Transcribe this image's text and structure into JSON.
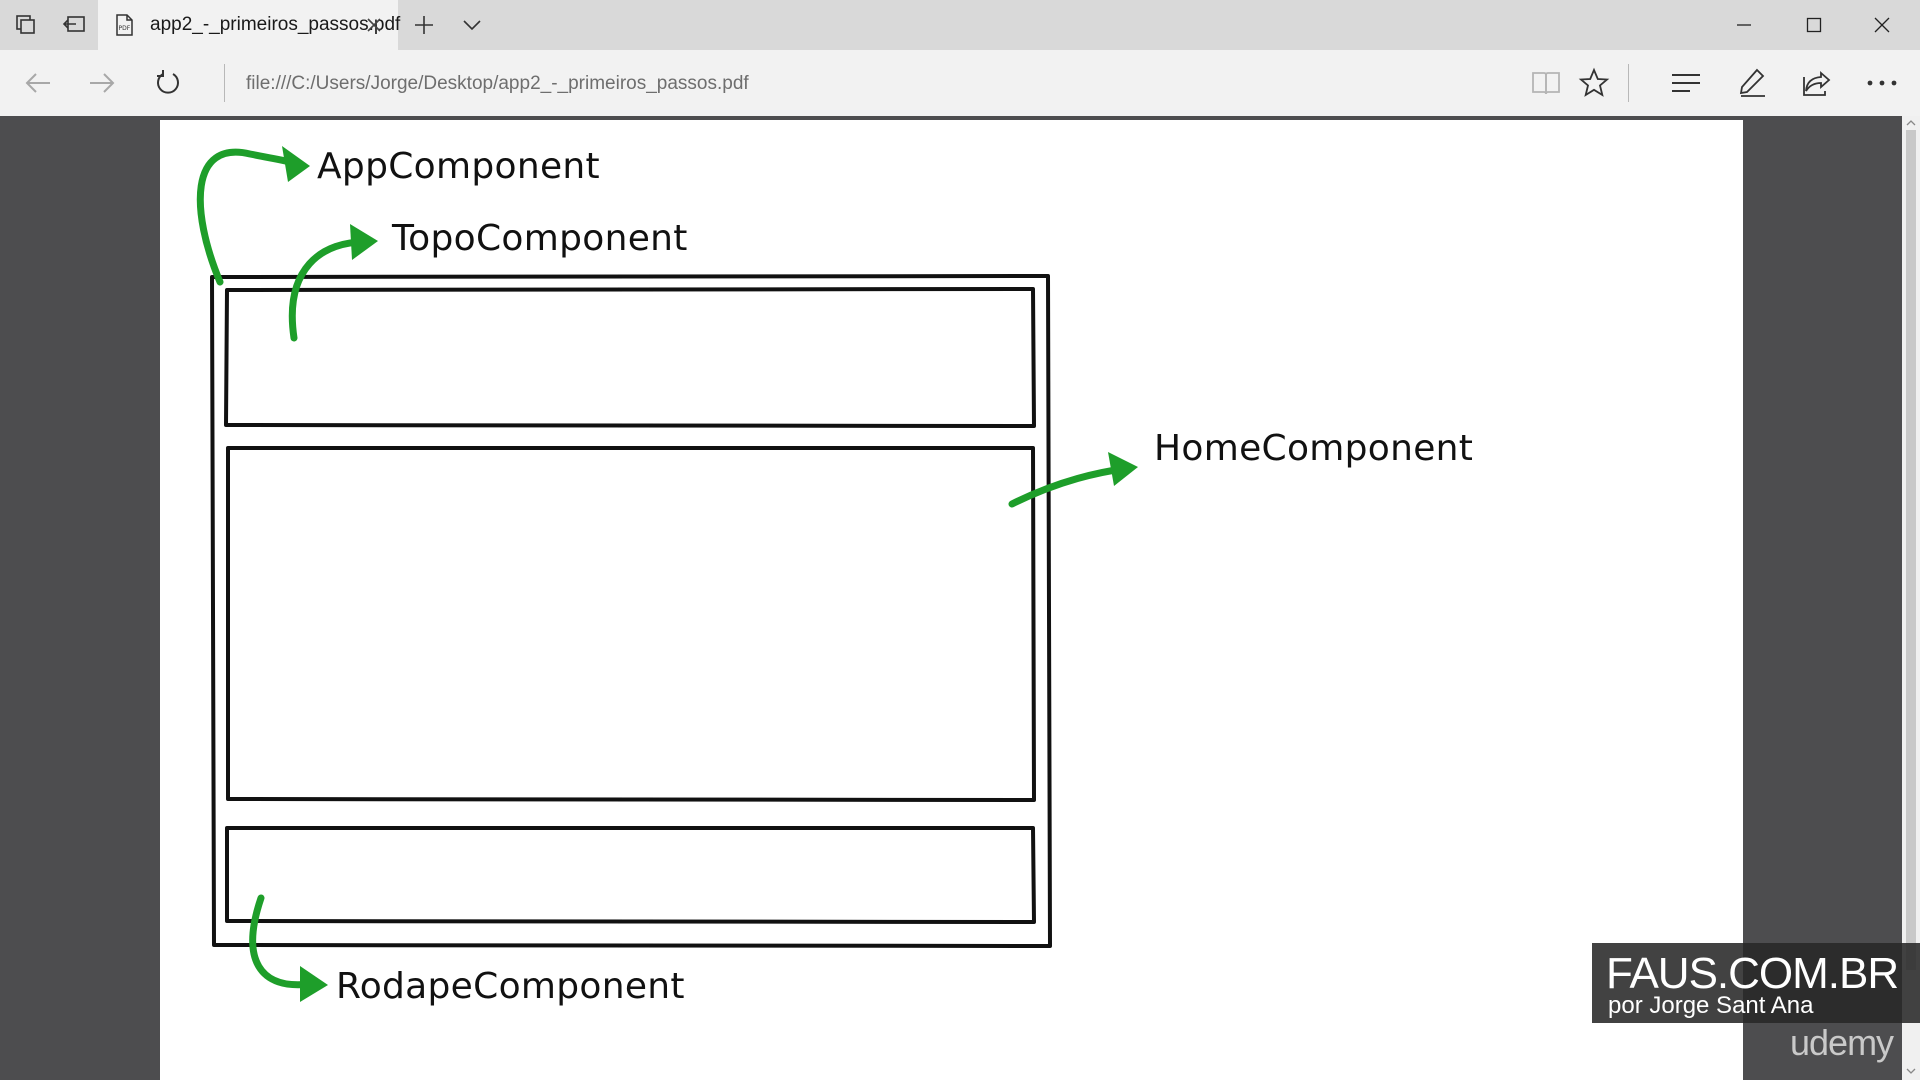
{
  "browser": {
    "tab": {
      "title": "app2_-_primeiros_passos.pdf",
      "icon": "pdf-icon"
    },
    "titlebar_icons": [
      "tab-preview-icon",
      "set-aside-tabs-icon",
      "new-tab-icon",
      "tab-list-chevron-icon"
    ],
    "window_controls": [
      "minimize-icon",
      "maximize-icon",
      "close-icon"
    ],
    "toolbar": {
      "address": "file:///C:/Users/Jorge/Desktop/app2_-_primeiros_passos.pdf",
      "nav_icons": [
        "back-arrow-icon",
        "forward-arrow-icon",
        "refresh-icon"
      ],
      "right_icons": [
        "reading-view-icon",
        "favorite-star-icon",
        "hub-icon",
        "web-note-pen-icon",
        "share-icon",
        "more-dots-icon"
      ]
    }
  },
  "diagram": {
    "labels": {
      "app": "AppComponent",
      "topo": "TopoComponent",
      "home": "HomeComponent",
      "rodape": "RodapeComponent"
    },
    "arrow_color": "#1e9e2a",
    "box_color": "#111111"
  },
  "watermark": {
    "main": "FAUS.COM.BR",
    "sub": "por Jorge Sant Ana",
    "brand": "udemy"
  },
  "colors": {
    "viewer_background": "#4d4d4f",
    "page_background": "#ffffff",
    "tab_active": "#f2f2f2",
    "titlebar": "#d9d9d9"
  }
}
